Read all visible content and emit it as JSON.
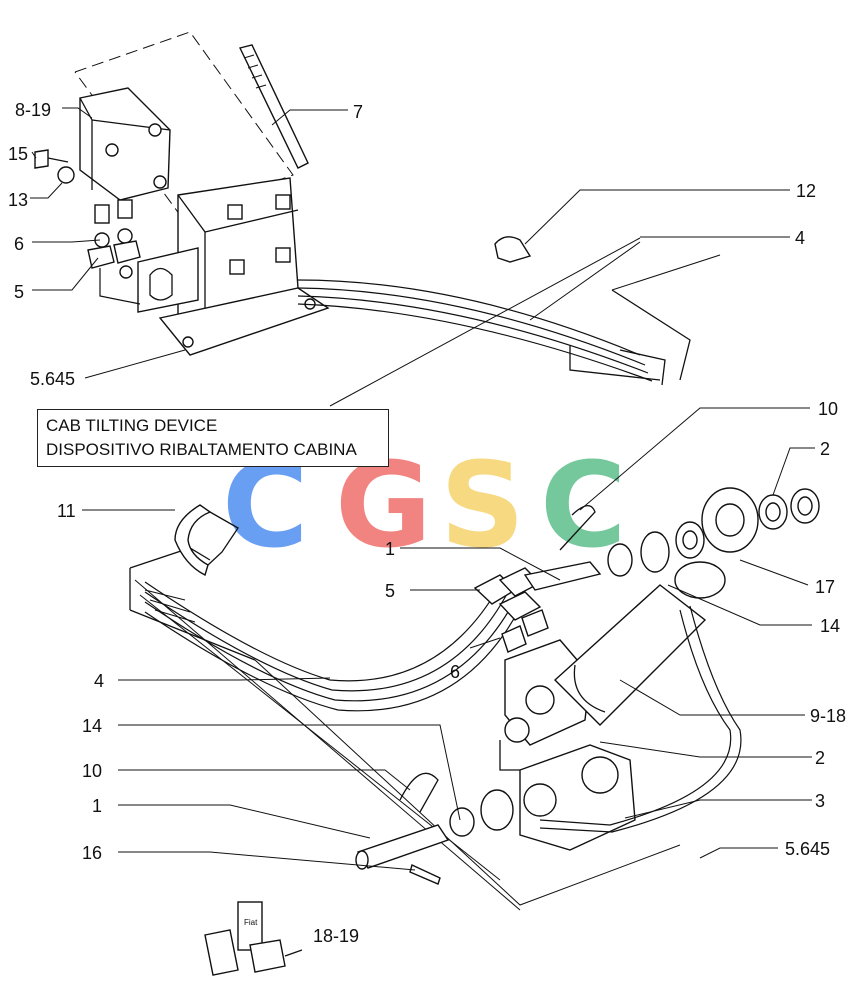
{
  "title": {
    "line1": "CAB TILTING DEVICE",
    "line2": "DISPOSITIVO RIBALTAMENTO CABINA"
  },
  "watermark": {
    "letters": [
      "C",
      "G",
      "S",
      "C"
    ],
    "colors": [
      "#4f8ff0",
      "#ef6f6a",
      "#f5d36a",
      "#5cbf8a"
    ]
  },
  "callouts": {
    "c_8_19": "8-19",
    "c_15": "15",
    "c_13": "13",
    "c_6_top": "6",
    "c_5_top": "5",
    "c_5645_top": "5.645",
    "c_7": "7",
    "c_12": "12",
    "c_4_top": "4",
    "c_11": "11",
    "c_10_top": "10",
    "c_2_top": "2",
    "c_1_top": "1",
    "c_5_mid": "5",
    "c_17": "17",
    "c_14_right": "14",
    "c_6_mid": "6",
    "c_4_left": "4",
    "c_9_18": "9-18",
    "c_14_left": "14",
    "c_2_mid": "2",
    "c_10_left": "10",
    "c_3": "3",
    "c_1_bottom": "1",
    "c_5645_bottom": "5.645",
    "c_16": "16",
    "c_18_19": "18-19"
  },
  "product_label": "Fiat"
}
